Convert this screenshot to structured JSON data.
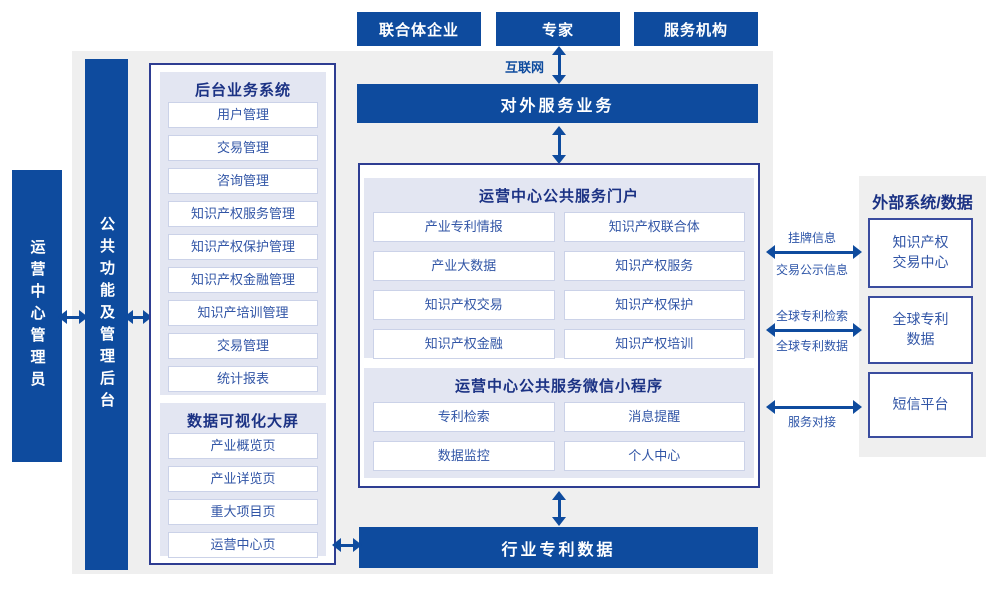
{
  "colors": {
    "primary_blue": "#0E4B9E",
    "panel_border": "#2E3D92",
    "navy_text": "#1B3284",
    "item_text": "#3155A6",
    "lavender": "#E3E6F2",
    "gray": "#EFEFEF"
  },
  "top_actors": {
    "consortium": "联合体企业",
    "expert": "专家",
    "service_org": "服务机构"
  },
  "internet_label": "互联网",
  "bars": {
    "external_service": "对外服务业务",
    "industry_patent": "行业专利数据",
    "admin": "运营中心管理员",
    "backend_mgmt": "公共功能及管理后台"
  },
  "backend_panel": {
    "title": "后台业务系统",
    "items": [
      "用户管理",
      "交易管理",
      "咨询管理",
      "知识产权服务管理",
      "知识产权保护管理",
      "知识产权金融管理",
      "知识产培训管理",
      "交易管理",
      "统计报表"
    ]
  },
  "dashboard_panel": {
    "title": "数据可视化大屏",
    "items": [
      "产业概览页",
      "产业详览页",
      "重大项目页",
      "运营中心页"
    ]
  },
  "portal_panel": {
    "title": "运营中心公共服务门户",
    "items": [
      "产业专利情报",
      "知识产权联合体",
      "产业大数据",
      "知识产权服务",
      "知识产权交易",
      "知识产权保护",
      "知识产权金融",
      "知识产权培训"
    ]
  },
  "mini_panel": {
    "title": "运营中心公共服务微信小程序",
    "items": [
      "专利检索",
      "消息提醒",
      "数据监控",
      "个人中心"
    ]
  },
  "external_panel": {
    "title": "外部系统/数据",
    "boxes": [
      {
        "line1": "知识产权",
        "line2": "交易中心"
      },
      {
        "line1": "全球专利",
        "line2": "数据"
      },
      {
        "line1": "短信平台",
        "line2": ""
      }
    ]
  },
  "links": {
    "listing_info": "挂牌信息",
    "trade_publicity": "交易公示信息",
    "global_patent_search": "全球专利检索",
    "global_patent_data": "全球专利数据",
    "service_connect": "服务对接"
  }
}
